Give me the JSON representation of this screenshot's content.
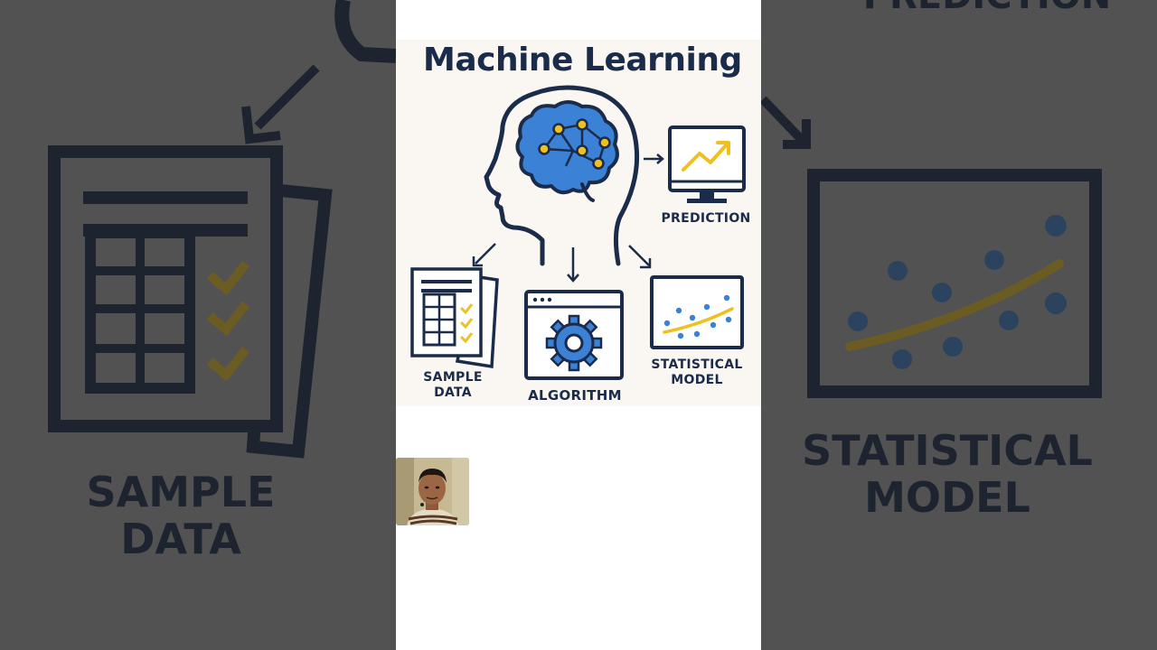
{
  "background": {
    "left_label_line1": "SAMPLE",
    "left_label_line2": "DATA",
    "right_label_line1": "STATISTICAL",
    "right_label_line2": "MODEL",
    "top_right_partial": "PREDICTION"
  },
  "infographic": {
    "title": "Machine Learning",
    "prediction_label": "PREDICTION",
    "sample_label_line1": "SAMPLE",
    "sample_label_line2": "DATA",
    "algorithm_label": "ALGORITHM",
    "statistical_label_line1": "STATISTICAL",
    "statistical_label_line2": "MODEL"
  },
  "icons": {
    "brain": "brain-head-icon",
    "monitor": "prediction-monitor-icon",
    "data": "sample-data-icon",
    "algorithm": "algorithm-gear-icon",
    "model": "statistical-model-icon"
  },
  "colors": {
    "navy": "#1b2b4a",
    "blue": "#3b82d6",
    "yellow": "#f0c020",
    "background_cream": "#faf7f2"
  }
}
